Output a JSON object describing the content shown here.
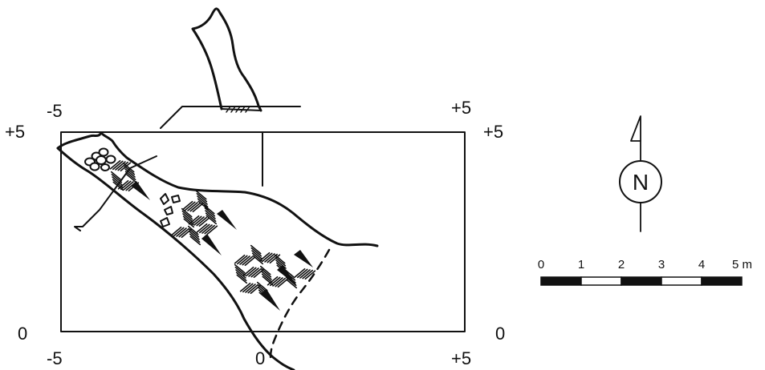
{
  "grid_labels": {
    "top_left_x": "-5",
    "top_right_x": "+5",
    "left_top_y": "+5",
    "right_top_y": "+5",
    "left_bottom_y": "0",
    "right_bottom_y": "0",
    "bottom_left_x": "-5",
    "bottom_center_x": "0",
    "bottom_right_x": "+5"
  },
  "north_arrow": {
    "letter": "N"
  },
  "scale_bar": {
    "ticks": [
      "0",
      "1",
      "2",
      "3",
      "4",
      "5 m"
    ]
  }
}
